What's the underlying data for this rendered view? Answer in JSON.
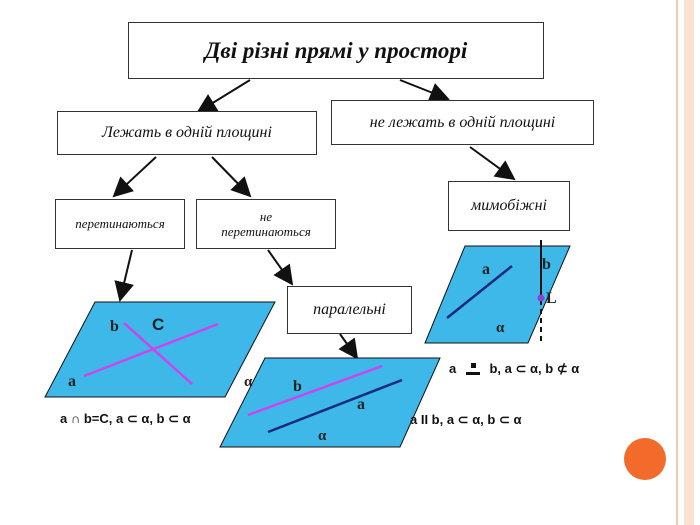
{
  "title": "Дві різні прямі у просторі",
  "nodes": {
    "same_plane": "Лежать в одній площині",
    "not_same_plane": "не лежать в одній площині",
    "intersect": "перетинаються",
    "not_intersect": "не перетинаються",
    "parallel": "паралельні",
    "skew": "мимобіжні"
  },
  "figures": {
    "intersecting": {
      "line_a": "a",
      "line_b": "b",
      "point": "C",
      "formula": "a ∩ b=C, a ⊂ α, b ⊂ α"
    },
    "parallel": {
      "plane": "α",
      "plane2": "α",
      "line_a": "a",
      "line_b": "b",
      "formula": "a II b, a ⊂ α, b ⊂ α"
    },
    "skew": {
      "line_a": "a",
      "line_b": "b",
      "point": "L",
      "plane": "α",
      "formula_a": "a",
      "formula_rest": "b, a ⊂ α, b ⊄ α"
    }
  },
  "colors": {
    "plane_fill": "#3db8e8",
    "line_magenta": "#cc44ee",
    "line_navy": "#1a2a7a",
    "point_purple": "#8844cc",
    "stripe_orange": "#f6c9a8",
    "decor_circle": "#f26b2a"
  }
}
